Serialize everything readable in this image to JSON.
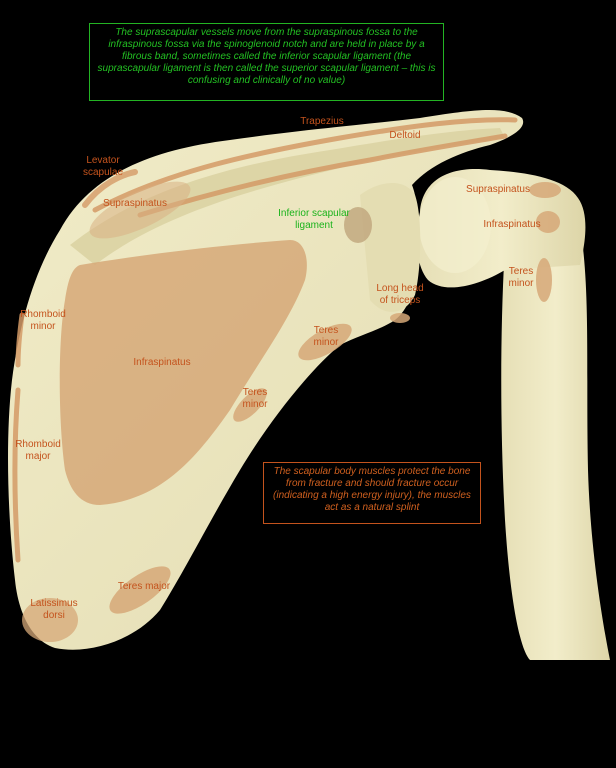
{
  "colors": {
    "background": "#000000",
    "bone": "#ece7c1",
    "bone_shadow": "#cfc89a",
    "muscle_attachment": "#d6a878",
    "label_orange": "#c4531d",
    "label_green": "#1bb31b"
  },
  "notes": {
    "top": "The suprascapular vessels move from the supraspinous fossa to the infraspinous fossa via the spinoglenoid notch and are held in place by a fibrous band, sometimes called the inferior scapular ligament (the suprascapular ligament is then called the superior scapular ligament – this is confusing and clinically of no value)",
    "bottom": "The scapular body muscles protect the bone from fracture and should fracture occur (indicating a high energy injury), the muscles act as a natural splint"
  },
  "labels": {
    "trapezius": "Trapezius",
    "deltoid": "Deltoid",
    "levator_scapulae": "Levator\nscapulae",
    "supraspinatus_scapula": "Supraspinatus",
    "supraspinatus_humerus": "Supraspinatus",
    "inferior_scapular_ligament": "Inferior scapular\nligament",
    "infraspinatus_humerus": "Infraspinatus",
    "teres_minor_humerus": "Teres\nminor",
    "long_head_triceps": "Long head\nof triceps",
    "rhomboid_minor": "Rhomboid\nminor",
    "teres_minor_upper": "Teres\nminor",
    "infraspinatus_fossa": "Infraspinatus",
    "teres_minor_lower": "Teres\nminor",
    "rhomboid_major": "Rhomboid\nmajor",
    "teres_major": "Teres major",
    "latissimus_dorsi": "Latissimus\ndorsi"
  }
}
